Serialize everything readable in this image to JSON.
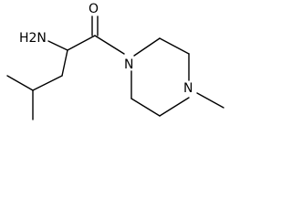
{
  "structure": {
    "labels": {
      "amine": "H2N",
      "carbonyl_oxygen": "O",
      "ring_nitrogen_amide": "N",
      "ring_nitrogen_methyl": "N"
    }
  }
}
